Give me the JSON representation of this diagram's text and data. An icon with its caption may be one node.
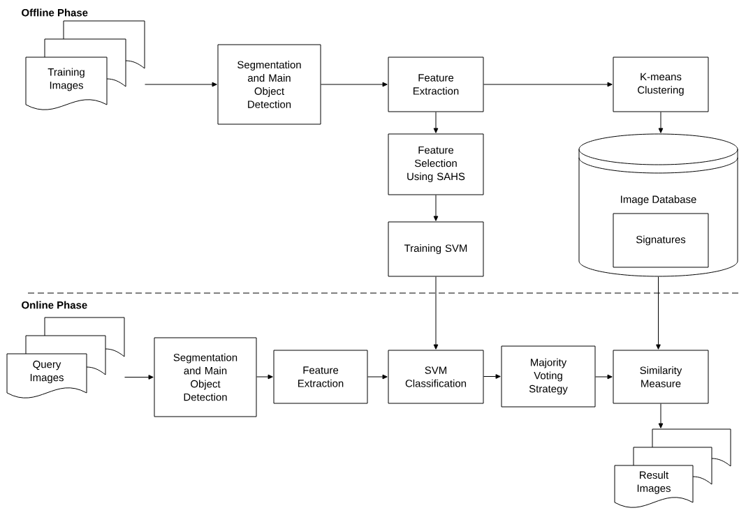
{
  "diagram": {
    "nodes": [
      {
        "text": [
          "Training Images"
        ]
      },
      {
        "text": [
          "Segmentation and Main Object Detection"
        ]
      },
      {
        "text": [
          "Feature Extraction"
        ]
      },
      {
        "text": [
          "K-means Clustering"
        ]
      },
      {
        "text": [
          "Feature Selection Using SAHS"
        ]
      },
      {
        "text": [
          "Training SVM"
        ]
      },
      {
        "text": [
          "Image Database"
        ]
      },
      {
        "text": [
          "Signatures"
        ],
        "in": 6
      },
      {
        "text": [
          "Query Images"
        ]
      },
      {
        "text": [
          "Segmentation and Main Object Detection"
        ]
      },
      {
        "text": [
          "Feature Extraction"
        ]
      },
      {
        "text": [
          "SVM Classification"
        ]
      },
      {
        "text": [
          "Majority Voting Strategy"
        ]
      },
      {
        "text": [
          "Similarity Measure"
        ]
      },
      {
        "text": [
          "Result Images"
        ]
      }
    ],
    "edges": [
      {
        "from": 0,
        "to": 1,
        "arrow": "to"
      },
      {
        "from": 1,
        "to": 2,
        "arrow": "to"
      },
      {
        "from": 2,
        "to": 3,
        "arrow": "to"
      },
      {
        "from": 2,
        "to": 4,
        "arrow": "to"
      },
      {
        "from": 4,
        "to": 5,
        "arrow": "to"
      },
      {
        "from": 3,
        "to": 6,
        "arrow": "to"
      },
      {
        "from": 5,
        "to": 11,
        "arrow": "to"
      },
      {
        "from": 6,
        "to": 13,
        "arrow": "to"
      },
      {
        "from": 8,
        "to": 9,
        "arrow": "to"
      },
      {
        "from": 9,
        "to": 10,
        "arrow": "to"
      },
      {
        "from": 10,
        "to": 11,
        "arrow": "to"
      },
      {
        "from": 11,
        "to": 12,
        "arrow": "to"
      },
      {
        "from": 12,
        "to": 13,
        "arrow": "to"
      },
      {
        "from": 13,
        "to": 14,
        "arrow": "to"
      }
    ],
    "labels": [
      "Offline Phase",
      "Online Phase"
    ]
  }
}
